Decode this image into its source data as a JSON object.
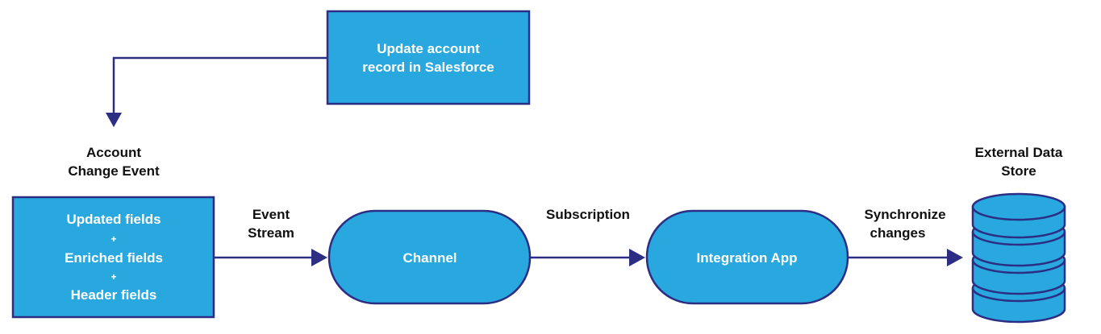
{
  "colors": {
    "box_fill": "#29A8E0",
    "stroke": "#2B2E83",
    "text_on_box": "#FFFFFF",
    "label_text": "#111111"
  },
  "update_box": {
    "line1": "Update account",
    "line2": "record in Salesforce"
  },
  "change_event": {
    "title_line1": "Account",
    "title_line2": "Change Event",
    "fields": [
      "Updated fields",
      "+",
      "Enriched fields",
      "+",
      "Header fields"
    ]
  },
  "edges": {
    "event_stream_line1": "Event",
    "event_stream_line2": "Stream",
    "subscription": "Subscription",
    "sync_line1": "Synchronize",
    "sync_line2": "changes"
  },
  "channel": {
    "label": "Channel"
  },
  "integration_app": {
    "label": "Integration App"
  },
  "data_store": {
    "title_line1": "External Data",
    "title_line2": "Store",
    "icon": "database-icon"
  }
}
